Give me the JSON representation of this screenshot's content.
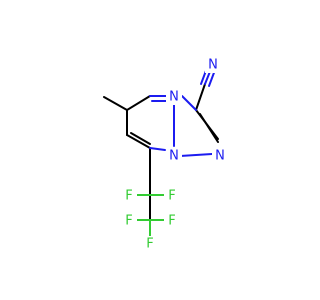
{
  "molecule": {
    "atom_labels": {
      "n_cyano": "N",
      "n4": "N",
      "n_bridge": "N",
      "n2": "N",
      "f1": "F",
      "f2": "F",
      "f3": "F",
      "f4": "F",
      "f5": "F"
    }
  },
  "colors": {
    "carbon_bond": "#000000",
    "nitrogen": "#1c1cf0",
    "fluorine": "#33cc33",
    "background": "#ffffff"
  }
}
